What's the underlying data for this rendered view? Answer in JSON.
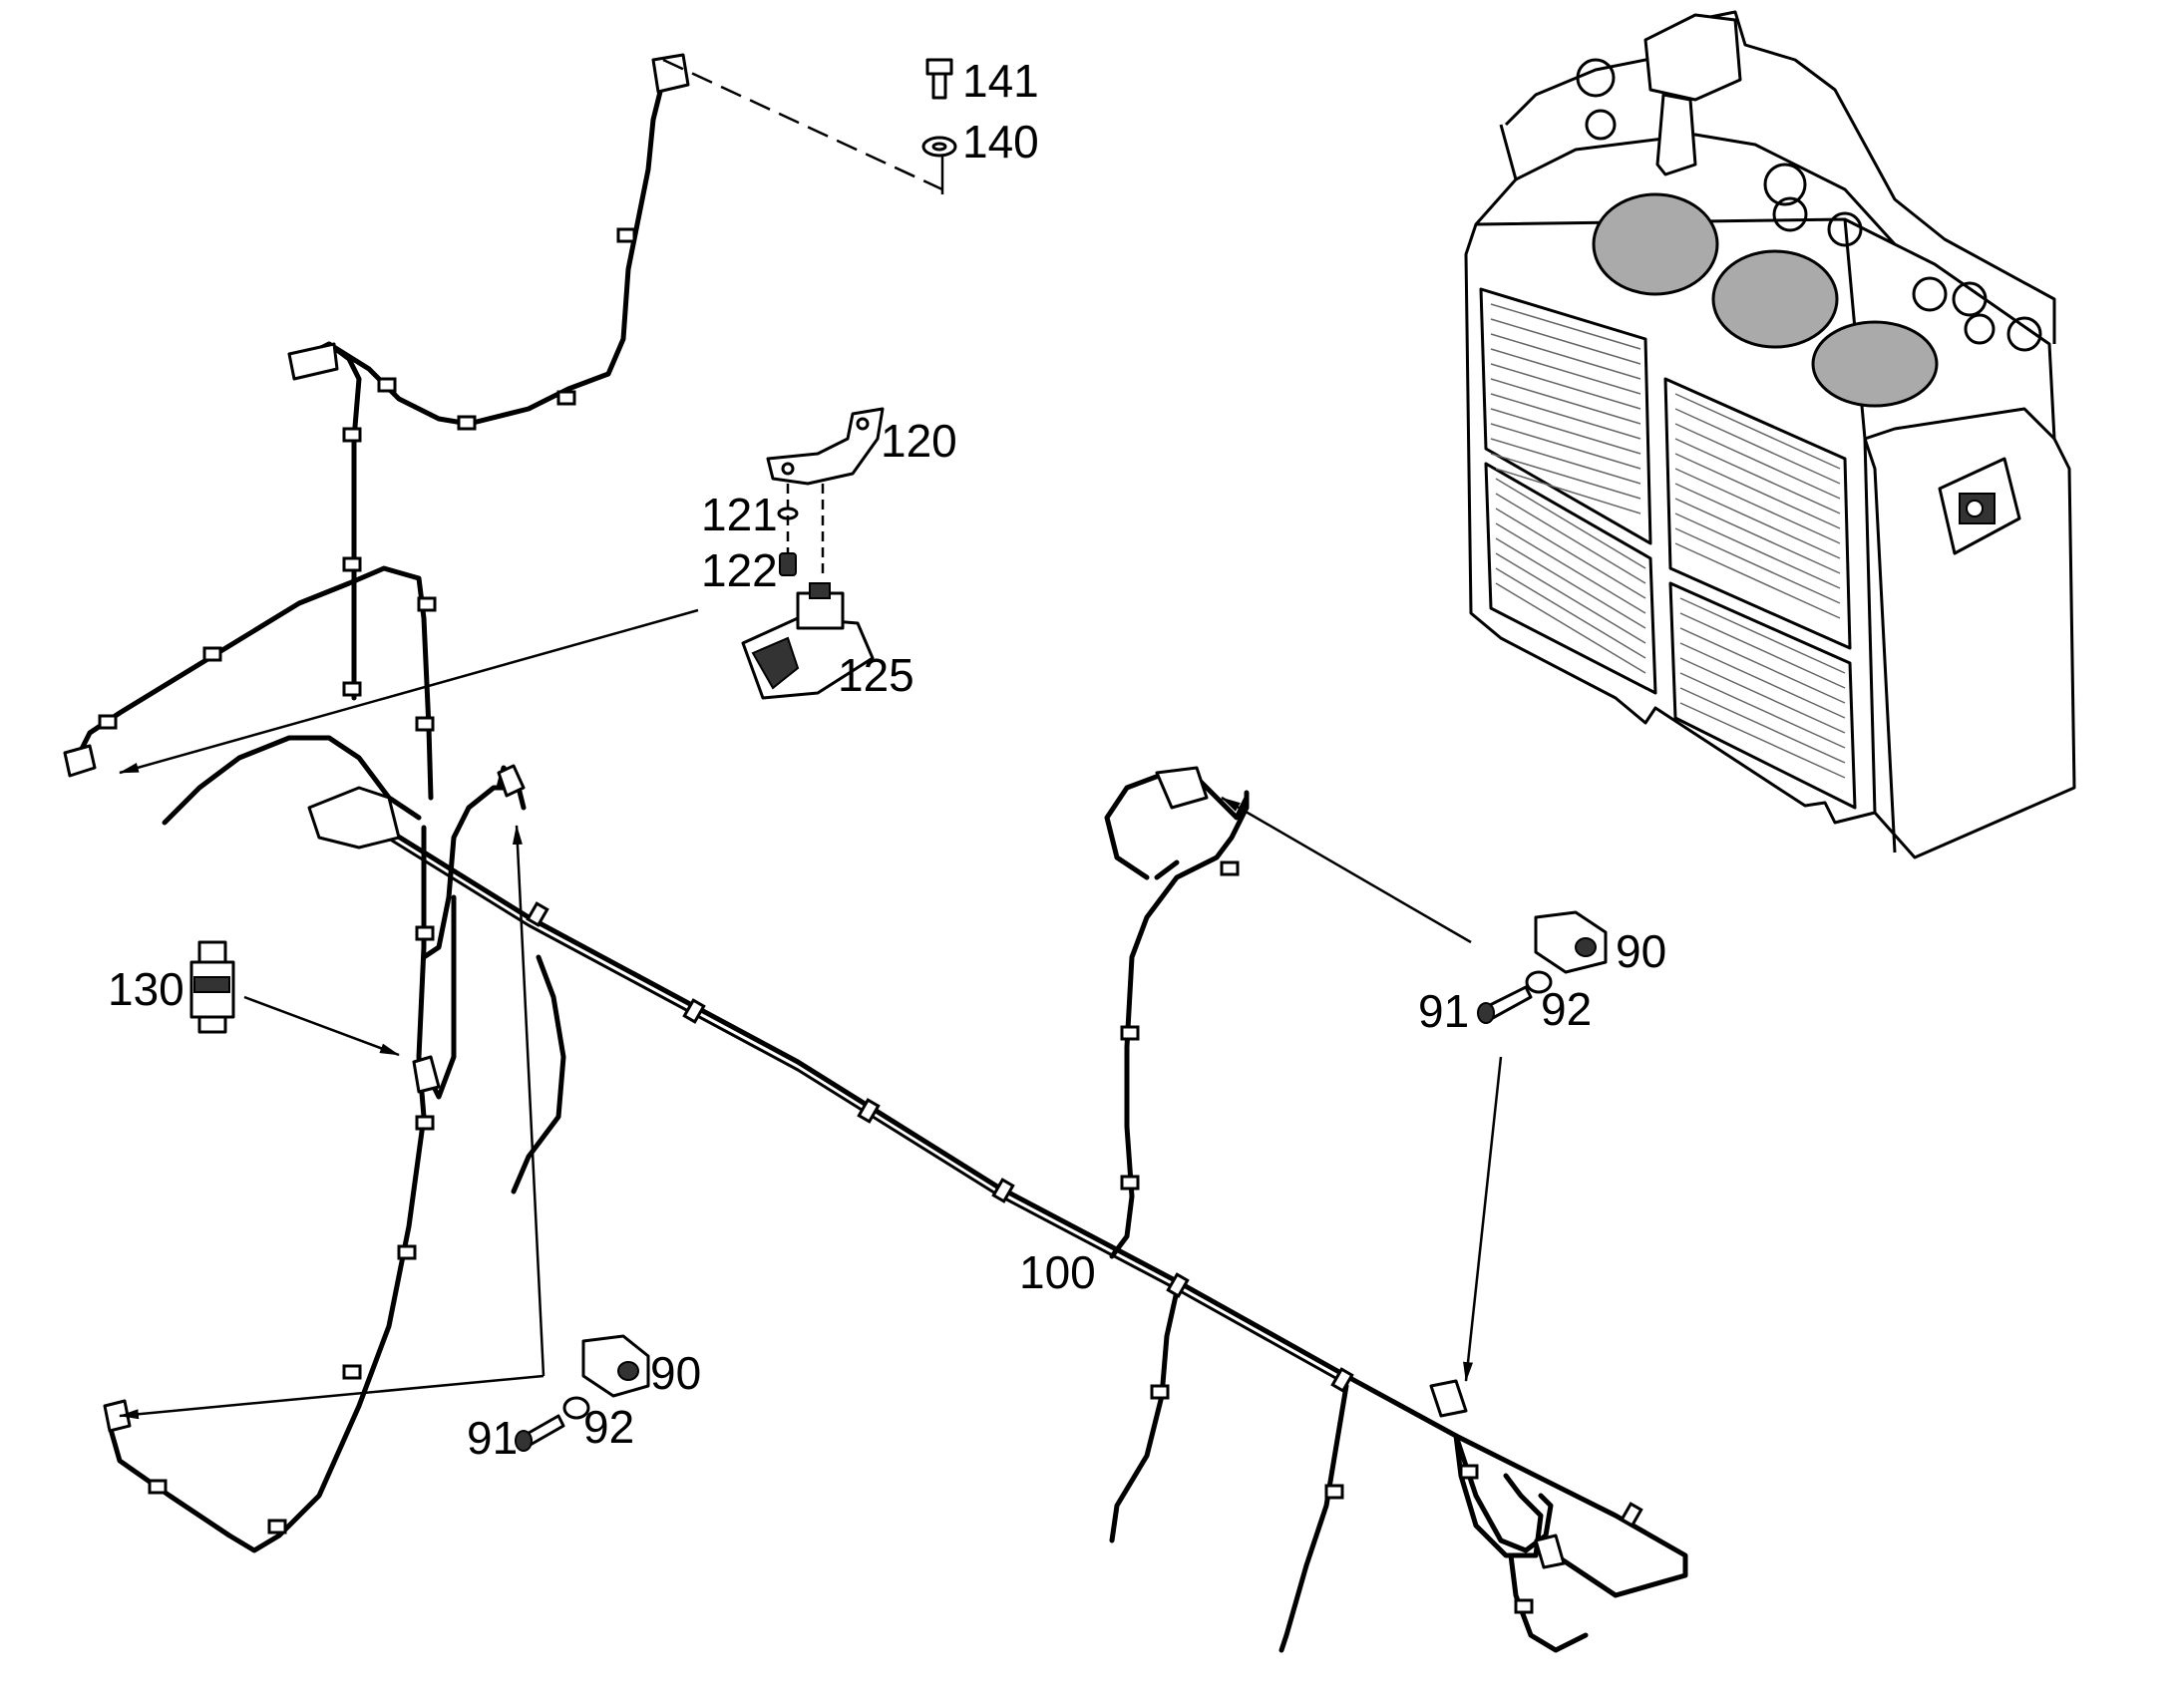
{
  "labels": {
    "p141": "141",
    "p140": "140",
    "p120": "120",
    "p121": "121",
    "p122": "122",
    "p125": "125",
    "p130": "130",
    "p100": "100",
    "p90_right": "90",
    "p91_right": "91",
    "p92_right": "92",
    "p90_left": "90",
    "p91_left": "91",
    "p92_left": "92"
  },
  "colors": {
    "line": "#000000",
    "background": "#ffffff",
    "mesh": "#aaaaaa"
  },
  "icons": {
    "bolt": "bolt-icon",
    "washer": "washer-icon",
    "sensor": "sensor-icon",
    "bracket": "bracket-icon",
    "clip": "clip-icon"
  }
}
